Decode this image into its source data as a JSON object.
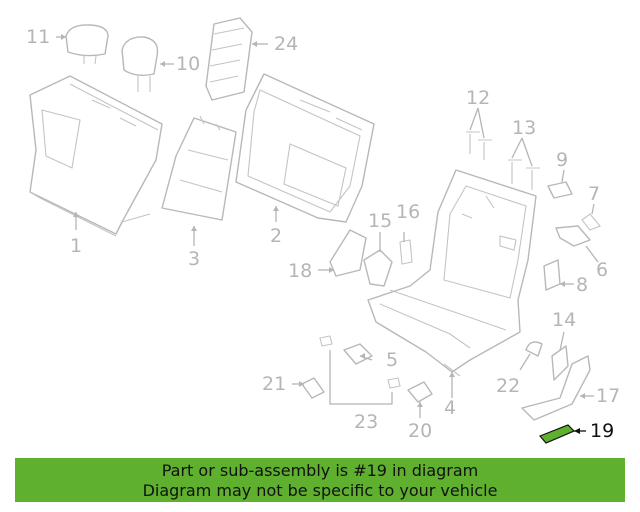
{
  "highlight_color": "#5eb02e",
  "parts": [
    {
      "id": "1",
      "label": "1",
      "highlighted": false
    },
    {
      "id": "2",
      "label": "2",
      "highlighted": false
    },
    {
      "id": "3",
      "label": "3",
      "highlighted": false
    },
    {
      "id": "4",
      "label": "4",
      "highlighted": false
    },
    {
      "id": "5",
      "label": "5",
      "highlighted": false
    },
    {
      "id": "6",
      "label": "6",
      "highlighted": false
    },
    {
      "id": "7",
      "label": "7",
      "highlighted": false
    },
    {
      "id": "8",
      "label": "8",
      "highlighted": false
    },
    {
      "id": "9",
      "label": "9",
      "highlighted": false
    },
    {
      "id": "10",
      "label": "10",
      "highlighted": false
    },
    {
      "id": "11",
      "label": "11",
      "highlighted": false
    },
    {
      "id": "12",
      "label": "12",
      "highlighted": false
    },
    {
      "id": "13",
      "label": "13",
      "highlighted": false
    },
    {
      "id": "14",
      "label": "14",
      "highlighted": false
    },
    {
      "id": "15",
      "label": "15",
      "highlighted": false
    },
    {
      "id": "16",
      "label": "16",
      "highlighted": false
    },
    {
      "id": "17",
      "label": "17",
      "highlighted": false
    },
    {
      "id": "18",
      "label": "18",
      "highlighted": false
    },
    {
      "id": "19",
      "label": "19",
      "highlighted": true
    },
    {
      "id": "20",
      "label": "20",
      "highlighted": false
    },
    {
      "id": "21",
      "label": "21",
      "highlighted": false
    },
    {
      "id": "22",
      "label": "22",
      "highlighted": false
    },
    {
      "id": "23",
      "label": "23",
      "highlighted": false
    },
    {
      "id": "24",
      "label": "24",
      "highlighted": false
    }
  ],
  "banner": {
    "line1": "Part or sub-assembly is #19 in diagram",
    "line2": "Diagram may not be specific to your vehicle"
  }
}
